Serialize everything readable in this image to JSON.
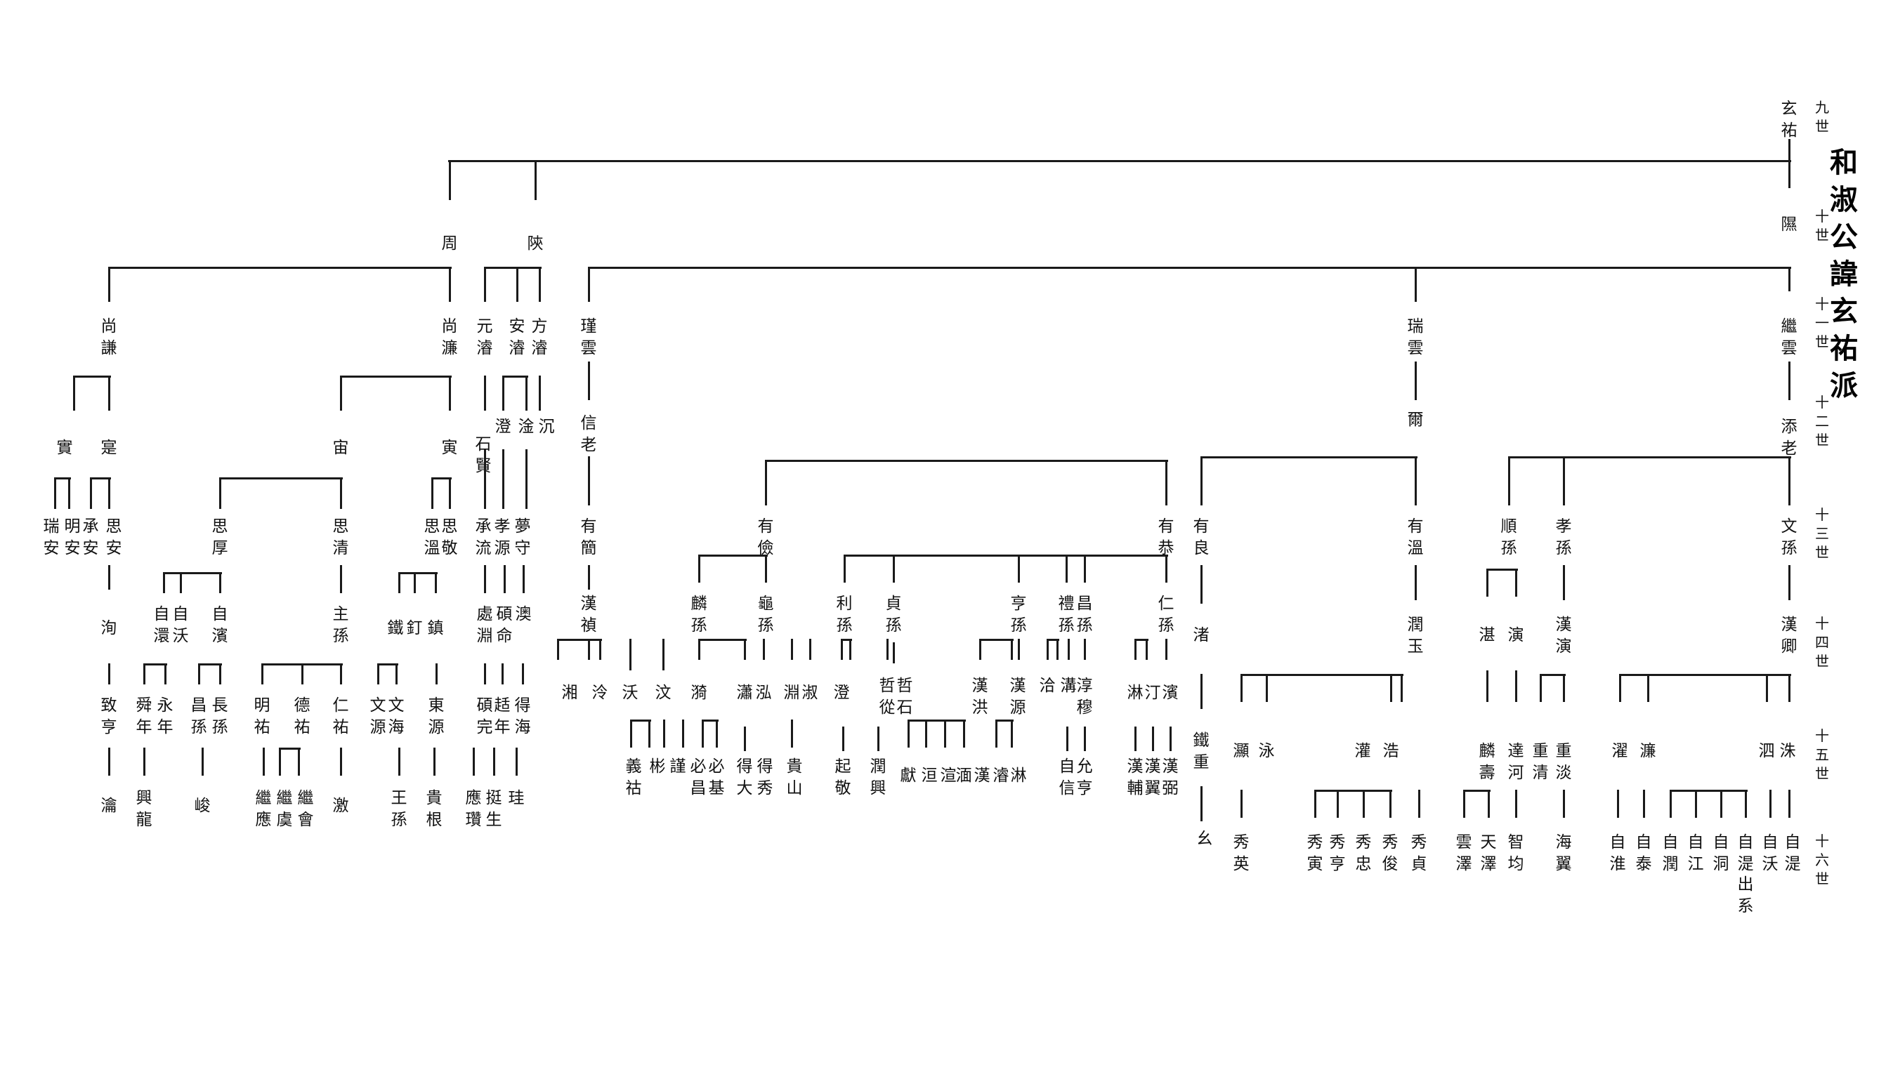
{
  "title": "和\n淑\n公\n諱\n玄\n祐\n派",
  "generations": [
    "九\n世",
    "十\n世",
    "十\n一\n世",
    "十\n二\n世",
    "十\n三\n世",
    "十\n四\n世",
    "十\n五\n世",
    "十\n六\n世"
  ],
  "names": [
    "玄\n祐",
    "周",
    "陝",
    "隰",
    "尚\n謙",
    "尚\n濂",
    "元\n濬",
    "安\n濬",
    "方\n濬",
    "瑾\n雲",
    "瑞\n雲",
    "繼\n雲",
    "實",
    "寔",
    "宙",
    "寅",
    "石\n賢",
    "澄",
    "淦",
    "沉",
    "信\n老",
    "爾",
    "添\n老",
    "瑞\n安",
    "明\n安",
    "承\n安",
    "思\n安",
    "思\n厚",
    "思\n清",
    "思\n溫",
    "思\n敬",
    "承\n流",
    "孝\n源",
    "夢\n守",
    "有\n簡",
    "有\n儉",
    "有\n恭",
    "有\n良",
    "有\n溫",
    "順\n孫",
    "孝\n孫",
    "文\n孫",
    "洵",
    "自\n澴",
    "自\n沃",
    "自\n濱",
    "主\n孫",
    "鐵",
    "釘",
    "鎮",
    "處\n淵",
    "碩\n命",
    "澳",
    "漢\n禎",
    "麟\n孫",
    "龜\n孫",
    "利\n孫",
    "貞\n孫",
    "亨\n孫",
    "禮\n孫",
    "昌\n孫",
    "仁\n孫",
    "渚",
    "潤\n玉",
    "湛",
    "演",
    "漢\n演",
    "漢\n卿",
    "致\n亨",
    "舜\n年",
    "永\n年",
    "昌\n孫",
    "長\n孫",
    "明\n祐",
    "德\n祐",
    "仁\n祐",
    "文\n源",
    "文\n海",
    "東\n源",
    "碩\n完",
    "趏\n年",
    "得\n海",
    "湘",
    "泠",
    "沃",
    "汶",
    "漪",
    "瀟",
    "泓",
    "淵",
    "淑",
    "澄",
    "哲\n從",
    "哲\n石",
    "漢\n洪",
    "漢\n源",
    "洽",
    "溝",
    "淳\n穆",
    "淋",
    "汀",
    "濱",
    "鐵\n重",
    "灦",
    "泳",
    "灌",
    "浩",
    "麟\n壽",
    "達\n河",
    "重\n清",
    "重\n淡",
    "濯",
    "濂",
    "泗",
    "洙",
    "瀹",
    "興\n龍",
    "峻",
    "繼\n應",
    "繼\n虞",
    "繼\n會",
    "激",
    "王\n孫",
    "貴\n根",
    "應\n瓚",
    "挺\n生",
    "珪",
    "義\n祜",
    "彬",
    "謹",
    "必\n昌",
    "必\n基",
    "得\n大",
    "得\n秀",
    "貴\n山",
    "起\n敬",
    "潤\n興",
    "獻",
    "洹",
    "渲",
    "湎",
    "漢",
    "濬",
    "淋",
    "自\n信",
    "允\n亨",
    "漢\n輔",
    "漢\n翼",
    "漢\n弼",
    "⺓",
    "秀\n英",
    "秀\n寅",
    "秀\n亨",
    "秀\n忠",
    "秀\n俊",
    "秀\n貞",
    "雲\n澤",
    "天\n澤",
    "智\n均",
    "海\n翼",
    "自\n淮",
    "自\n泰",
    "自\n潤",
    "自\n江",
    "自\n洞",
    "自\n湜",
    "出\n系",
    "自\n沃",
    "自\n湜"
  ]
}
